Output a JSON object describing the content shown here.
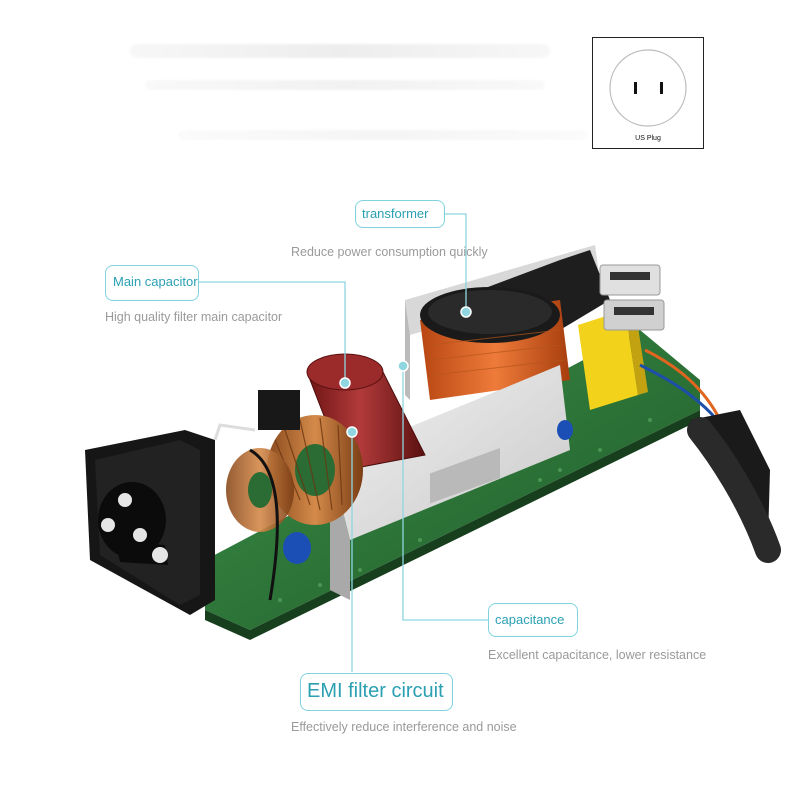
{
  "plug": {
    "caption": "US Plug",
    "icon": "us-outlet-icon"
  },
  "callouts": {
    "transformer": {
      "label": "transformer",
      "description": "Reduce power consumption quickly"
    },
    "main_capacitor": {
      "label": "Main capacitor",
      "description": "High quality filter main capacitor"
    },
    "capacitance": {
      "label": "capacitance",
      "description": "Excellent capacitance, lower resistance"
    },
    "emi": {
      "label": "EMI filter circuit",
      "description": "Effectively reduce interference and noise"
    }
  },
  "colors": {
    "callout_accent": "#7fd3de",
    "callout_text": "#2aa0b2",
    "description_text": "#9a9a9a",
    "pcb_green": "#2e7a3a",
    "capacitor_red": "#8e1f1f",
    "transformer_orange": "#d45a1c"
  }
}
